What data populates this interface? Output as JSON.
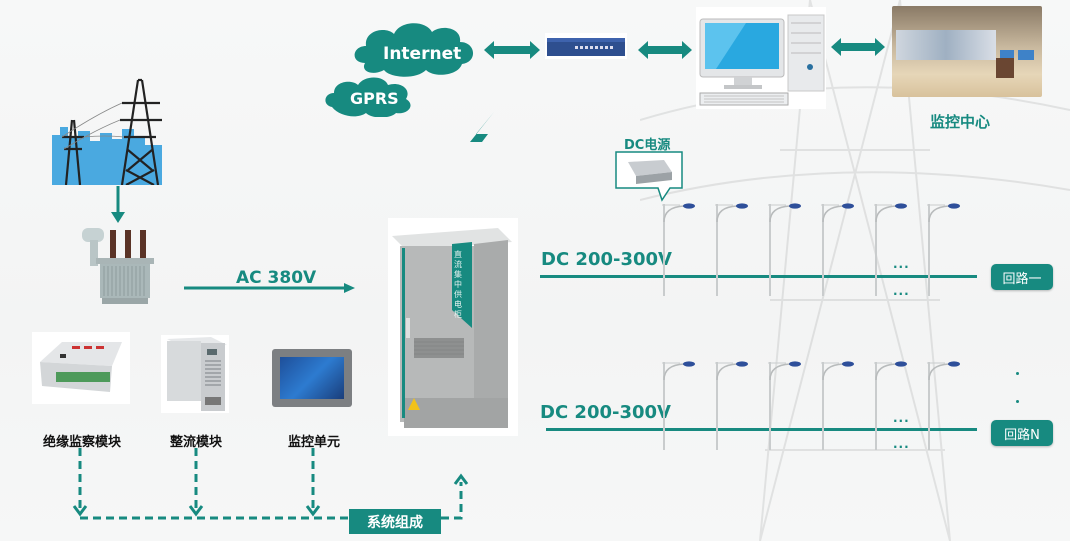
{
  "network": {
    "cloud_internet": "Internet",
    "cloud_gprs": "GPRS",
    "monitoring_center_label": "监控中心"
  },
  "power_source": {
    "ac_label": "AC 380V"
  },
  "cabinet": {
    "vertical_text": "直流集中供电柜"
  },
  "components": [
    {
      "label": "绝缘监察模块",
      "icon": "insulation-monitor-icon"
    },
    {
      "label": "整流模块",
      "icon": "rectifier-module-icon"
    },
    {
      "label": "监控单元",
      "icon": "monitor-unit-icon"
    }
  ],
  "system_label": "系统组成",
  "dc_power": {
    "callout_label": "DC电源"
  },
  "circuits": [
    {
      "voltage_label": "DC 200-300V",
      "route_label": "回路一",
      "lamp_count": 6,
      "ellipsis": "..."
    },
    {
      "voltage_label": "DC 200-300V",
      "route_label": "回路N",
      "lamp_count": 6,
      "ellipsis": "..."
    }
  ],
  "colors": {
    "accent": "#178a80",
    "background": "#f5f6f6"
  }
}
